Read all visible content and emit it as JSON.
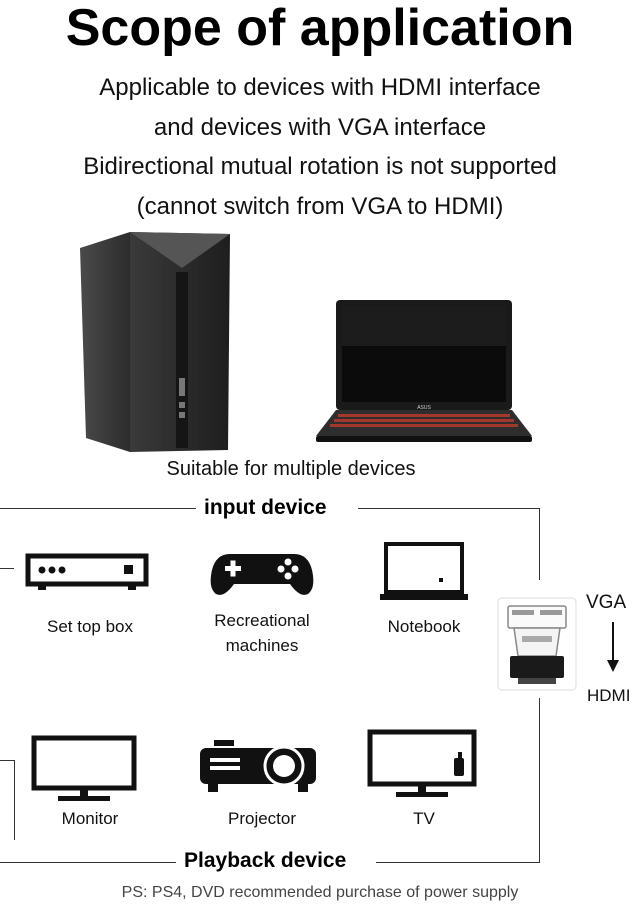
{
  "title": "Scope of application",
  "description": {
    "line1": "Applicable to devices with HDMI interface",
    "line2": "and devices with VGA interface",
    "line3": "Bidirectional mutual rotation is not supported",
    "line4": "(cannot switch from VGA to HDMI)"
  },
  "hero_caption": "Suitable for multiple devices",
  "laptop_brand": "ASUS",
  "input_section": {
    "title": "input device",
    "devices": [
      {
        "name": "Set top box",
        "icon": "set-top-box-icon"
      },
      {
        "name_line1": "Recreational",
        "name_line2": "machines",
        "icon": "gamepad-icon"
      },
      {
        "name": "Notebook",
        "icon": "notebook-icon"
      }
    ]
  },
  "adapter": {
    "from": "VGA",
    "to": "HDMI",
    "icon": "adapter-icon"
  },
  "playback_section": {
    "title": "Playback device",
    "devices": [
      {
        "name": "Monitor",
        "icon": "monitor-icon"
      },
      {
        "name": "Projector",
        "icon": "projector-icon"
      },
      {
        "name": "TV",
        "icon": "tv-icon"
      }
    ]
  },
  "note": "PS: PS4, DVD recommended purchase of power supply",
  "colors": {
    "text": "#111111",
    "line": "#333333",
    "device_dark": "#2b2b2b",
    "keyboard_glow": "#c0392b"
  }
}
